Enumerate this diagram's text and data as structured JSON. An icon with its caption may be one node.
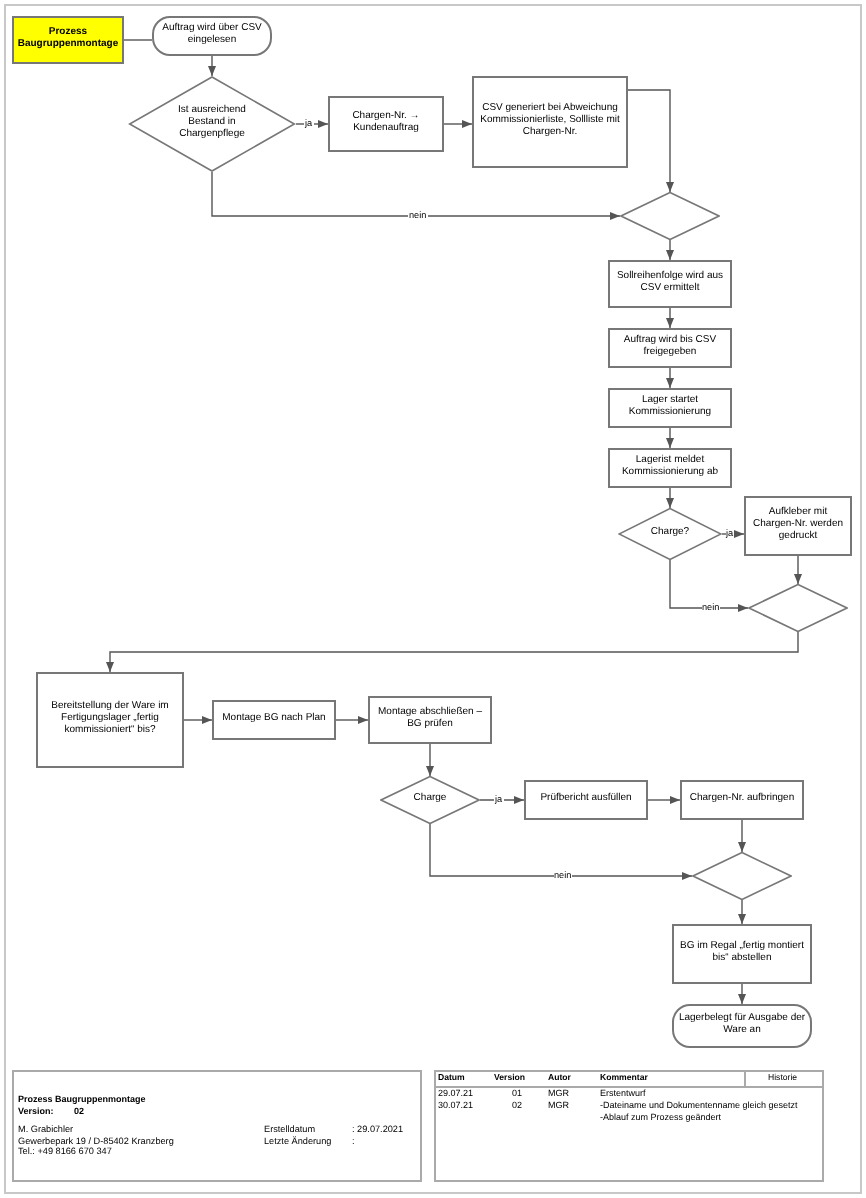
{
  "diagram": {
    "nodes": [
      {
        "text": [
          "Prozess Baugruppenmontage"
        ]
      },
      {
        "text": [
          "Auftrag wird über CSV eingelesen"
        ]
      },
      {
        "text": [
          "Ist ausreichend Bestand in Chargenpflege"
        ]
      },
      {
        "text": [
          "Chargen-Nr. → Kundenauftrag"
        ]
      },
      {
        "text": [
          "CSV generiert bei Abweichung Kommissionierliste, Sollliste mit Chargen-Nr."
        ]
      },
      {
        "text": [],
        "shape": "diamond"
      },
      {
        "text": [
          "Sollreihenfolge wird aus CSV ermittelt"
        ]
      },
      {
        "text": [
          "Auftrag wird bis CSV freigegeben"
        ]
      },
      {
        "text": [
          "Lager startet Kommissionierung"
        ]
      },
      {
        "text": [
          "Lagerist meldet Kommissionierung ab"
        ]
      },
      {
        "text": [
          "Charge?"
        ]
      },
      {
        "text": [
          "Aufkleber mit Chargen-Nr. werden gedruckt"
        ]
      },
      {
        "text": [],
        "shape": "diamond"
      },
      {
        "text": [
          "Bereitstellung der Ware im Fertigungslager „fertig kommissioniert“ bis?"
        ]
      },
      {
        "text": [
          "Montage BG nach Plan"
        ]
      },
      {
        "text": [
          "Montage abschließen – BG prüfen"
        ]
      },
      {
        "text": [
          "Charge"
        ]
      },
      {
        "text": [
          "Prüfbericht ausfüllen"
        ]
      },
      {
        "text": [
          "Chargen-Nr. aufbringen"
        ]
      },
      {
        "text": [],
        "shape": "diamond"
      },
      {
        "text": [
          "BG im Regal „fertig montiert bis“ abstellen"
        ]
      },
      {
        "text": [
          "Lagerbelegt für Ausgabe der Ware an"
        ]
      }
    ],
    "edges": [
      {
        "from": 0,
        "to": 1,
        "arrow": "none"
      },
      {
        "from": 1,
        "to": 2,
        "arrow": "to"
      },
      {
        "from": 2,
        "to": 3,
        "arrow": "to",
        "label": "ja"
      },
      {
        "from": 3,
        "to": 4,
        "arrow": "to"
      },
      {
        "from": 4,
        "to": 5,
        "arrow": "to"
      },
      {
        "from": 2,
        "to": 5,
        "arrow": "to",
        "label": "nein"
      },
      {
        "from": 5,
        "to": 6,
        "arrow": "to"
      },
      {
        "from": 6,
        "to": 7,
        "arrow": "to"
      },
      {
        "from": 7,
        "to": 8,
        "arrow": "to"
      },
      {
        "from": 8,
        "to": 9,
        "arrow": "to"
      },
      {
        "from": 9,
        "to": 10,
        "arrow": "to"
      },
      {
        "from": 10,
        "to": 11,
        "arrow": "to",
        "label": "ja"
      },
      {
        "from": 10,
        "to": 12,
        "arrow": "to",
        "label": "nein"
      },
      {
        "from": 11,
        "to": 12,
        "arrow": "to"
      },
      {
        "from": 12,
        "to": 13,
        "arrow": "to"
      },
      {
        "from": 13,
        "to": 14,
        "arrow": "to"
      },
      {
        "from": 14,
        "to": 15,
        "arrow": "to"
      },
      {
        "from": 15,
        "to": 16,
        "arrow": "to"
      },
      {
        "from": 16,
        "to": 17,
        "arrow": "to",
        "label": "ja"
      },
      {
        "from": 17,
        "to": 18,
        "arrow": "to"
      },
      {
        "from": 18,
        "to": 19,
        "arrow": "to"
      },
      {
        "from": 16,
        "to": 19,
        "arrow": "to",
        "label": "nein"
      },
      {
        "from": 19,
        "to": 20,
        "arrow": "to"
      },
      {
        "from": 20,
        "to": 21,
        "arrow": "to"
      }
    ],
    "labels": [
      "Prozess Baugruppenmontage",
      "Version:",
      "02",
      "M. Grabichler",
      "Gewerbepark 19 / D-85402 Kranzberg",
      "Tel.: +49 8166 670 347",
      "Erstelldatum",
      ": 29.07.2021",
      "Letzte Änderung",
      ":",
      "Datum",
      "Version",
      "Autor",
      "Kommentar",
      "Historie",
      "29.07.21",
      "01",
      "MGR",
      "Erstentwurf",
      "30.07.21",
      "02",
      "MGR",
      "-Dateiname und Dokumentenname gleich gesetzt",
      "-Ablauf zum Prozess geändert"
    ]
  }
}
